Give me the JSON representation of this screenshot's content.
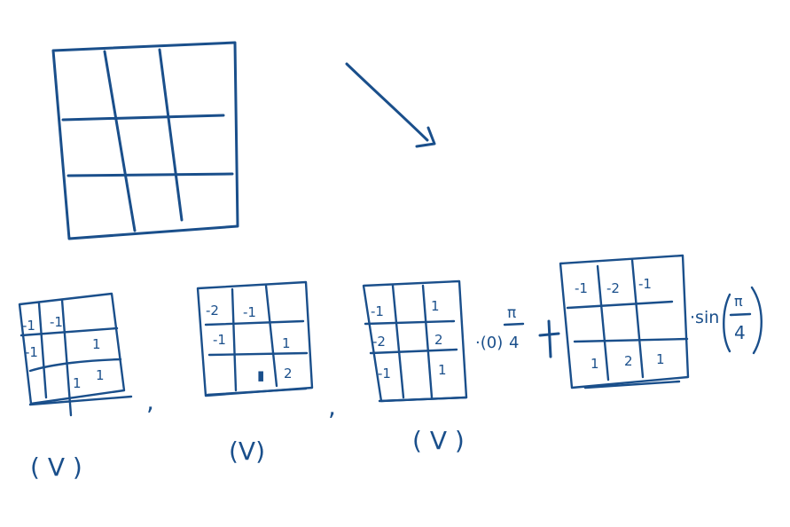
{
  "ink_color": "#1a4f8b",
  "background": "#ffffff",
  "grids": {
    "g1": {
      "cells": [
        [
          "-1",
          "-1",
          ""
        ],
        [
          "-1",
          "",
          "1"
        ],
        [
          "",
          "1",
          "1"
        ]
      ]
    },
    "g2": {
      "cells": [
        [
          "-2",
          "-1",
          ""
        ],
        [
          "-1",
          "",
          "1"
        ],
        [
          "",
          "▮",
          "2"
        ]
      ]
    },
    "g3": {
      "cells": [
        [
          "-1",
          "",
          "1"
        ],
        [
          "-2",
          "",
          "2"
        ],
        [
          "-1",
          "",
          "1"
        ]
      ]
    },
    "g4": {
      "cells": [
        [
          "-1",
          "-2",
          "-1"
        ],
        [
          "",
          "",
          ""
        ],
        [
          "1",
          "2",
          "1"
        ]
      ]
    }
  },
  "separators": {
    "comma1": ",",
    "comma2": ","
  },
  "labels": {
    "v1": "( V )",
    "v2": "(V)",
    "v3": "( V )"
  },
  "expression": {
    "cos_factor": "·(0)",
    "pi_numerator": "π",
    "four_denominator": "4",
    "plus": "+",
    "sin_factor": "·sin",
    "sin_pi": "π",
    "sin_four": "4"
  }
}
